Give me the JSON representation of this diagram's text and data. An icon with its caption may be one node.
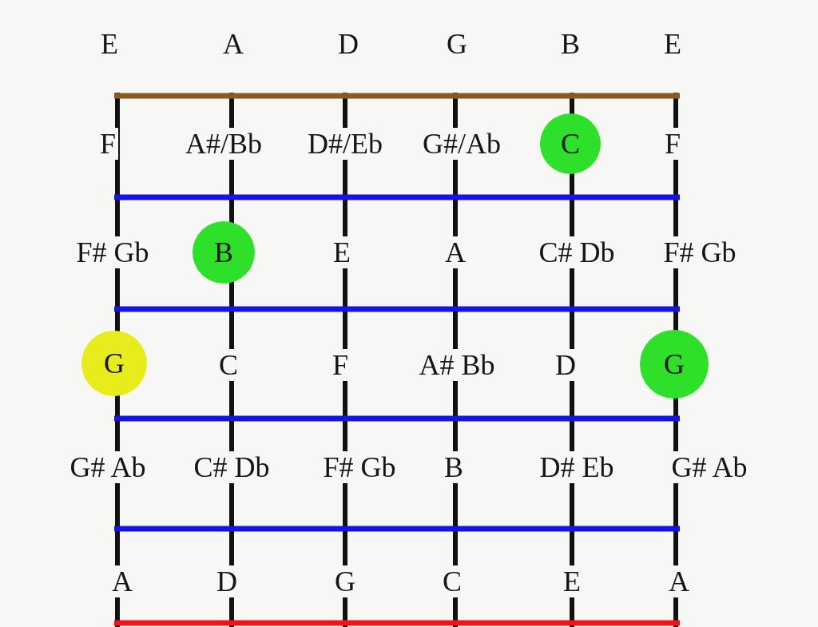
{
  "diagram": {
    "nodes": [
      {
        "text": [
          "C"
        ]
      },
      {
        "text": [
          "B"
        ]
      },
      {
        "text": [
          "G"
        ]
      },
      {
        "text": [
          "G"
        ]
      }
    ],
    "edges": [],
    "labels": [
      "E",
      "A",
      "D",
      "G",
      "B",
      "E",
      "F",
      "A#/Bb",
      "D#/Eb",
      "G#/Ab",
      "F",
      "F# Gb",
      "E",
      "A",
      "C# Db",
      "F# Gb",
      "C",
      "F",
      "A# Bb",
      "D",
      "G# Ab",
      "C# Db",
      "F# Gb",
      "B",
      "D# Eb",
      "G# Ab",
      "A",
      "D",
      "G",
      "C",
      "E",
      "A"
    ]
  }
}
